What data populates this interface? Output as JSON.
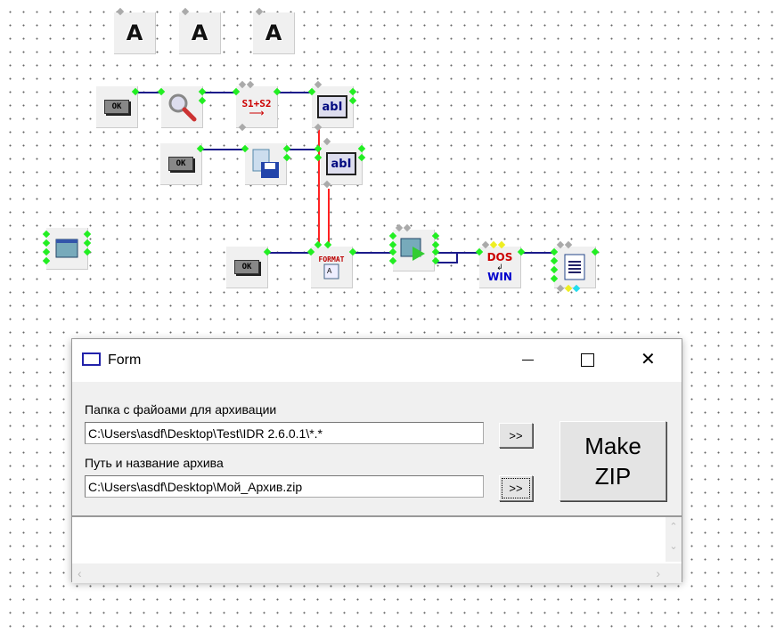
{
  "canvas": {
    "label_glyph": "A",
    "ok_glyph": "OK",
    "concat_label": "S1+S2",
    "edit_glyph": "abI",
    "format_label": "FORMAT",
    "dos_label": "DOS",
    "win_label": "WIN"
  },
  "form": {
    "title": "Form",
    "label1": "Папка с файоами для архивации",
    "edit1": "C:\\Users\\asdf\\Desktop\\Test\\IDR 2.6.0.1\\*.*",
    "btn1": ">>",
    "label2": "Путь и название архива",
    "edit2": "C:\\Users\\asdf\\Desktop\\Мой_Архив.zip",
    "btn2": ">>",
    "make_line1": "Make",
    "make_line2": "ZIP",
    "memo": ""
  },
  "colors": {
    "wire": "#1b1b8a",
    "data_wire": "#ff2222",
    "pin": "#22ee22"
  }
}
